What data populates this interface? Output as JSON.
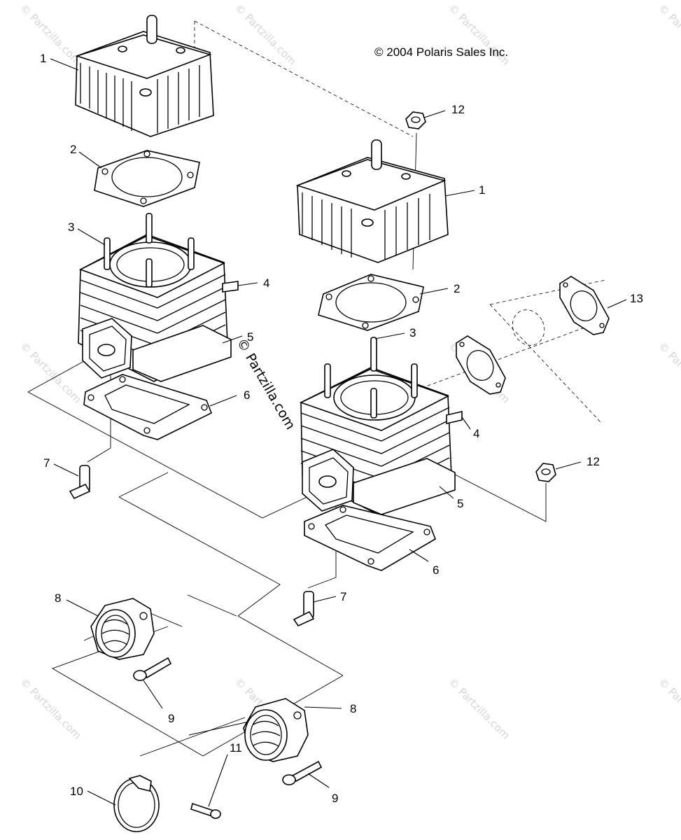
{
  "copyright": "© 2004 Polaris Sales Inc.",
  "watermark_center": "© Partzilla.com",
  "watermark_tile": "© Partzilla.com",
  "callouts": {
    "head_left": "1",
    "head_right": "1",
    "gasket_left": "2",
    "gasket_right": "2",
    "stud_left": "3",
    "stud_right": "3",
    "plug_left": "4",
    "plug_right": "4",
    "cylinder_left": "5",
    "cylinder_right": "5",
    "base_gasket_left": "6",
    "base_gasket_right": "6",
    "fitting_left": "7",
    "fitting_right": "7",
    "adapter_left": "8",
    "adapter_right": "8",
    "screw_left": "9",
    "screw_right": "9",
    "clamp": "10",
    "clamp_screw": "11",
    "nut_top": "12",
    "nut_right": "12",
    "exhaust_gasket": "13"
  }
}
